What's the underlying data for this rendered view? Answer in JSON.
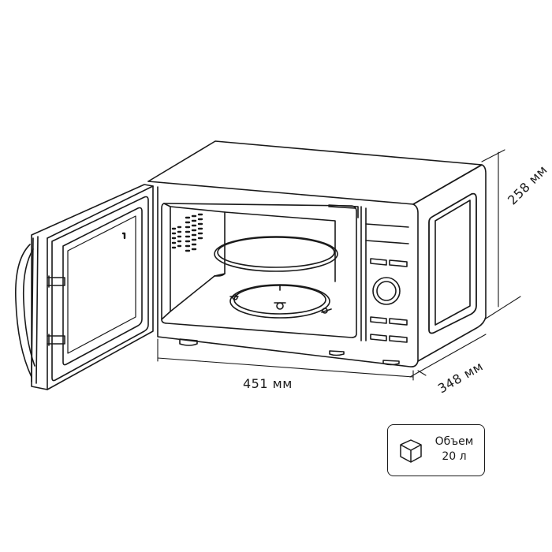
{
  "dimensions": {
    "width": "451 мм",
    "height": "258 мм",
    "depth": "348 мм"
  },
  "volume_badge": {
    "title": "Объем",
    "value": "20 л",
    "icon": "cube-icon"
  },
  "colors": {
    "line": "#1a1a1a",
    "background": "#ffffff"
  }
}
